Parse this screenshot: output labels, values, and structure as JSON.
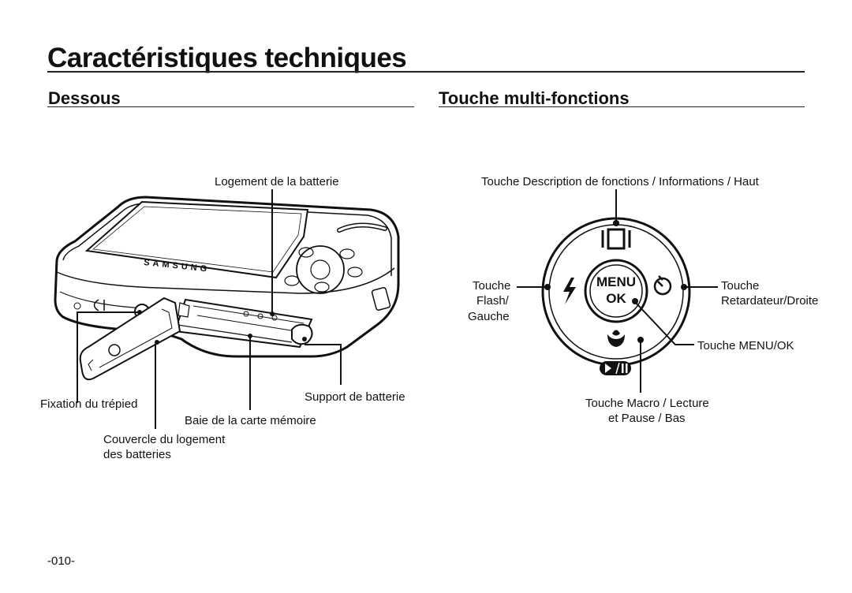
{
  "page_title": "Caractéristiques techniques",
  "sections": {
    "left_heading": "Dessous",
    "right_heading": "Touche multi-fonctions"
  },
  "left_labels": {
    "battery_slot": "Logement de la batterie",
    "tripod": "Fixation du trépied",
    "battery_holder": "Support de batterie",
    "memory_card_bay": "Baie de la carte mémoire",
    "cover_line1": "Couvercle du logement",
    "cover_line2": "des batteries"
  },
  "right_labels": {
    "top": "Touche Description de fonctions / Informations / Haut",
    "flash_line1": "Touche",
    "flash_line2": "Flash/",
    "flash_line3": "Gauche",
    "timer_line1": "Touche",
    "timer_line2": "Retardateur/Droite",
    "menu_ok": "Touche MENU/OK",
    "macro_line1": "Touche Macro / Lecture",
    "macro_line2": "et Pause / Bas"
  },
  "button_text": {
    "menu": "MENU",
    "ok": "OK"
  },
  "camera_brand": "SAMSUNG",
  "page_number": "-010-"
}
